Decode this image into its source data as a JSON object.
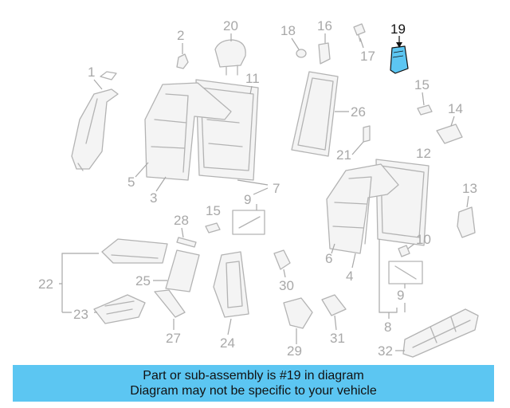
{
  "callouts": {
    "c1": "1",
    "c2": "2",
    "c3": "3",
    "c4": "4",
    "c5": "5",
    "c6": "6",
    "c7": "7",
    "c8": "8",
    "c9a": "9",
    "c9b": "9",
    "c10": "10",
    "c11": "11",
    "c12": "12",
    "c13": "13",
    "c14": "14",
    "c15a": "15",
    "c15b": "15",
    "c16": "16",
    "c17": "17",
    "c18": "18",
    "c19": "19",
    "c20": "20",
    "c21": "21",
    "c22": "22",
    "c23": "23",
    "c24": "24",
    "c25": "25",
    "c26": "26",
    "c27": "27",
    "c28": "28",
    "c29": "29",
    "c30": "30",
    "c31": "31",
    "c32": "32"
  },
  "highlight": {
    "part_number": "19",
    "color": "#5cc6f2"
  },
  "banner": {
    "line1": "Part or sub-assembly is #19 in diagram",
    "line2": "Diagram may not be specific to your vehicle",
    "color": "#5cc6f2"
  }
}
